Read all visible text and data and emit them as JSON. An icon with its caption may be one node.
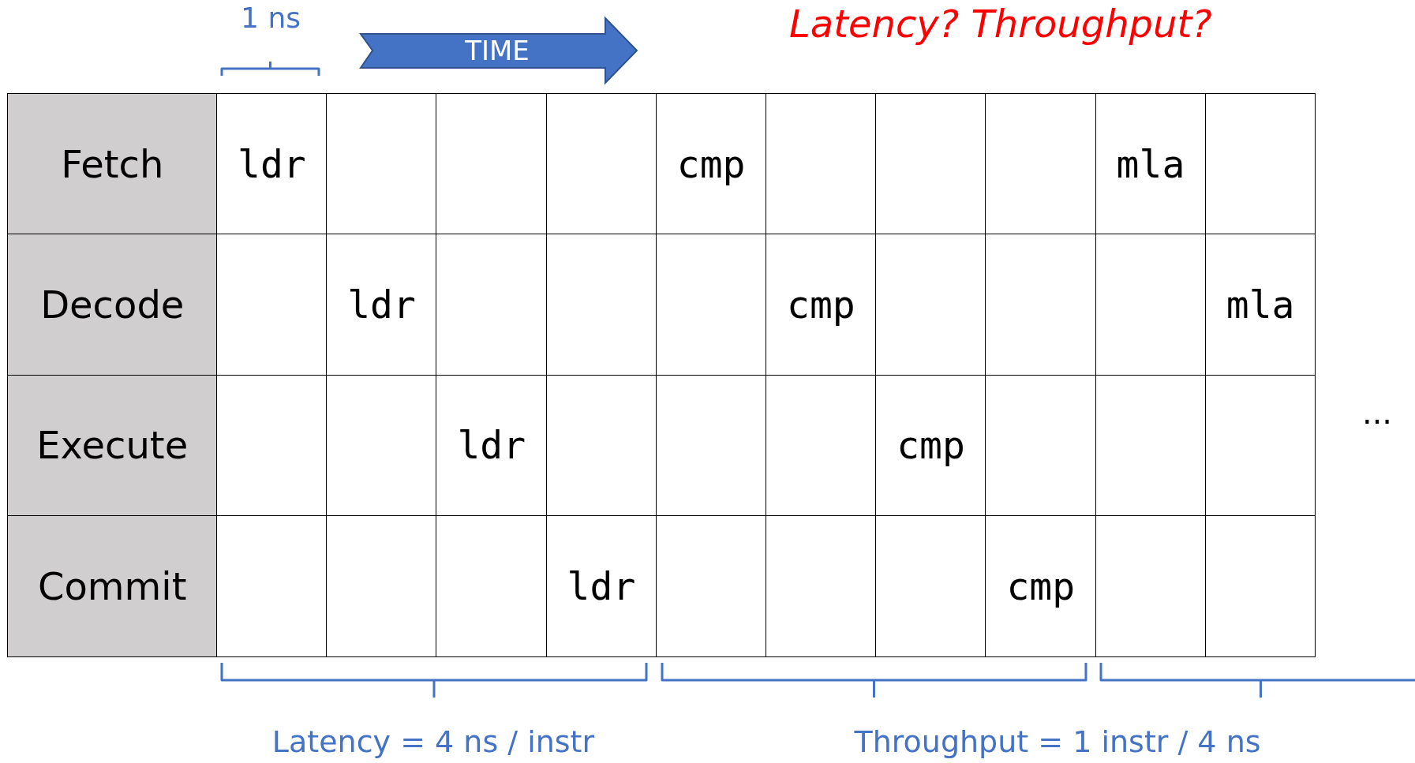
{
  "diagram": {
    "title": "Latency? Throughput?",
    "labels": [
      "1 ns",
      "TIME",
      "Fetch",
      "ldr",
      "cmp",
      "mla",
      "Decode",
      "ldr",
      "cmp",
      "mla",
      "Execute",
      "ldr",
      "cmp",
      "Commit",
      "ldr",
      "cmp",
      "...",
      "Latency = 4 ns / instr",
      "Throughput = 1 instr / 4 ns"
    ]
  }
}
